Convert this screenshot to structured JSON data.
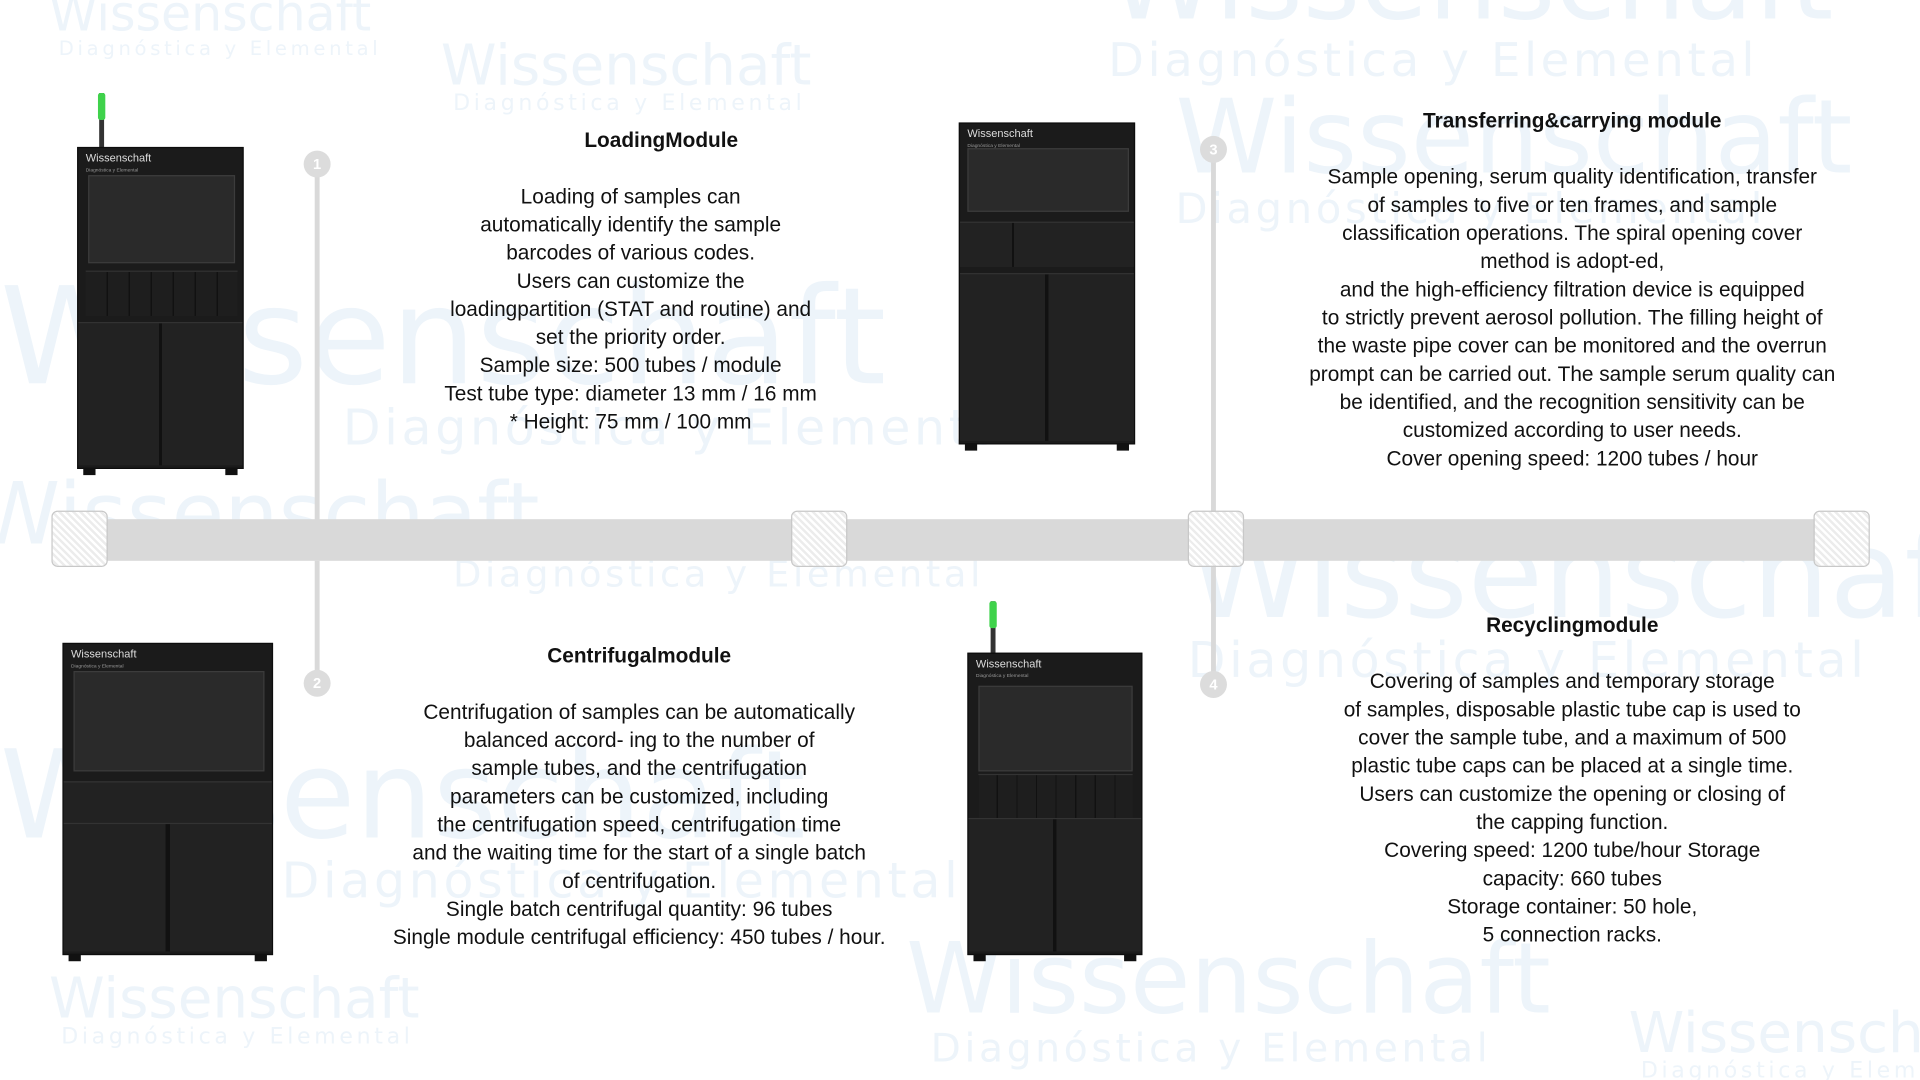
{
  "watermark": {
    "brand": "Wissenschaft",
    "tagline": "Diagnóstica y Elemental"
  },
  "machine_brand": {
    "name": "Wissenschaft",
    "tagline": "Diagnóstica y Elemental"
  },
  "steps": [
    {
      "number": "1",
      "title": "LoadingModule",
      "body": "Loading of samples can\nautomatically identify the sample\nbarcodes of various codes.\nUsers can customize the\nloadingpartition (STAT and routine) and\nset the priority order.\nSample size: 500 tubes / module\nTest tube type: diameter 13 mm / 16 mm\n* Height: 75 mm / 100 mm"
    },
    {
      "number": "2",
      "title": "Centrifugalmodule",
      "body": "Centrifugation of samples can be automatically\nbalanced accord- ing to the number of\nsample tubes, and the centrifugation\nparameters can be customized, including\nthe centrifugation speed, centrifugation time\nand the waiting time for the start of a single batch\nof centrifugation.\nSingle batch centrifugal quantity: 96 tubes\nSingle module centrifugal efficiency: 450 tubes / hour."
    },
    {
      "number": "3",
      "title": "Transferring&carrying module",
      "body": "Sample opening, serum quality identification, transfer\nof samples to five or ten frames, and sample\nclassification operations. The spiral opening cover\nmethod is adopt-ed,\nand the high-efficiency filtration device is equipped\nto strictly prevent aerosol pollution. The filling height of\nthe waste pipe cover can be monitored and the overrun\nprompt can be carried out. The sample serum quality can\nbe identified, and the recognition sensitivity can be\ncustomized according to user needs.\nCover opening speed: 1200 tubes / hour"
    },
    {
      "number": "4",
      "title": "Recyclingmodule",
      "body": "Covering of samples and temporary storage\nof samples, disposable plastic tube cap is used to\ncover the sample tube, and a maximum of 500\nplastic tube caps can be placed at a single time.\nUsers can customize the opening or closing of\nthe capping function.\nCovering speed: 1200 tube/hour Storage\ncapacity: 660 tubes\nStorage container: 50 hole,\n5 connection racks."
    }
  ],
  "colors": {
    "timeline": "#d9d9d9",
    "watermark": "#edf4fa",
    "led": "#3fd24b"
  }
}
